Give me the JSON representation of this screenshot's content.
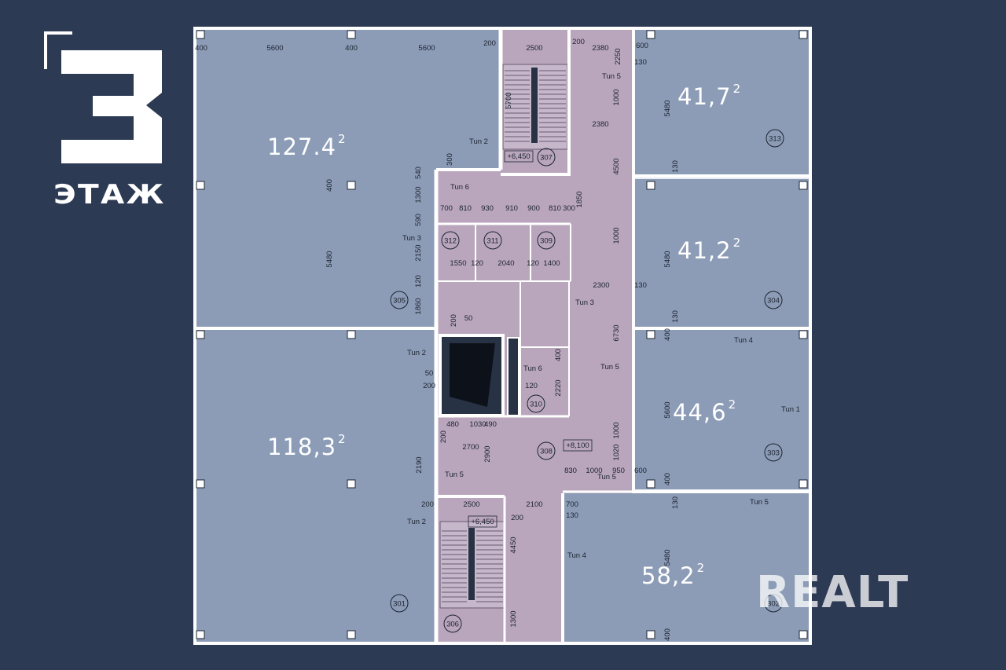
{
  "floor": {
    "number": "3",
    "word": "ЭТАЖ"
  },
  "watermark": "REALT",
  "colors": {
    "background": "#2d3a54",
    "office": "#8c9cb6",
    "core": "#b9a6bd",
    "wall": "#ffffff"
  },
  "areas": {
    "a305": "127.4",
    "a301": "118,3",
    "a313": "41,7",
    "a304": "41,2",
    "a303": "44,6",
    "a302": "58,2",
    "unit": "2"
  },
  "rooms": [
    "305",
    "301",
    "313",
    "304",
    "303",
    "302",
    "307",
    "312",
    "311",
    "309",
    "310",
    "308",
    "306"
  ],
  "marks": [
    "+6,450",
    "+8,100",
    "+6,450"
  ],
  "types": [
    "Tun 2",
    "Tun 6",
    "Tun 3",
    "Tun 5",
    "Tun 3",
    "Tun 5",
    "Tun 2",
    "Tun 6",
    "Tun 4",
    "Tun 1",
    "Tun 5",
    "Tun 4",
    "Tun 2",
    "Tun 5",
    "Tun 5"
  ],
  "dims": [
    "400",
    "5600",
    "400",
    "5600",
    "200",
    "2500",
    "200",
    "2380",
    "2250",
    "600",
    "130",
    "5480",
    "130",
    "5700",
    "1000",
    "2380",
    "4500",
    "300",
    "540",
    "400",
    "1300",
    "700",
    "810",
    "930",
    "910",
    "900",
    "810",
    "300",
    "1850",
    "590",
    "2150",
    "1550",
    "120",
    "2040",
    "120",
    "1400",
    "1000",
    "5480",
    "120",
    "2300",
    "130",
    "5480",
    "130",
    "1860",
    "200",
    "50",
    "400",
    "6730",
    "400",
    "50",
    "200",
    "120",
    "2220",
    "5600",
    "480",
    "1030",
    "490",
    "200",
    "2700",
    "2900",
    "1000",
    "2190",
    "1020",
    "830",
    "1000",
    "950",
    "600",
    "200",
    "2500",
    "200",
    "2100",
    "700",
    "130",
    "4450",
    "5480",
    "130",
    "1300",
    "400",
    "400"
  ]
}
